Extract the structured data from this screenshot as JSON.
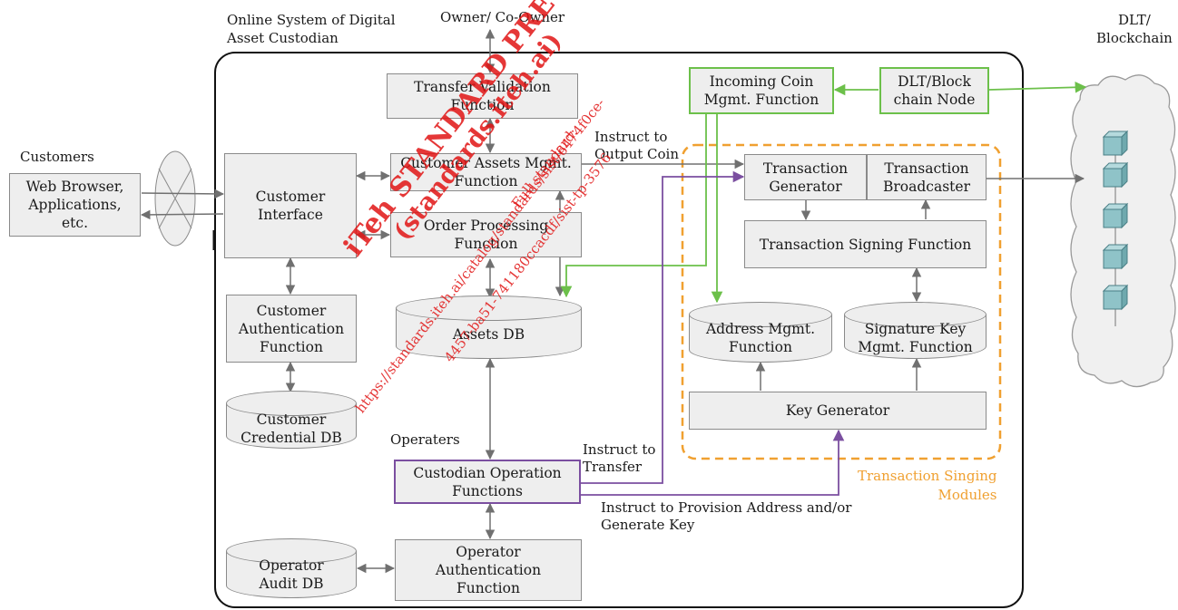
{
  "headings": {
    "online_system": [
      "Online System of Digital",
      "Asset Custodian"
    ],
    "owner": "Owner/ Co-Owner",
    "dlt": [
      "DLT/",
      "Blockchain"
    ],
    "customers": "Customers",
    "operaters": "Operaters",
    "transaction_modules": [
      "Transaction Singing",
      "Modules"
    ]
  },
  "boxes": {
    "web_browser": [
      "Web Browser,",
      "Applications,",
      "etc."
    ],
    "customer_interface": [
      "Customer",
      "Interface"
    ],
    "transfer_validation": [
      "Transfer Validation",
      "Function"
    ],
    "customer_assets": [
      "Customer Assets Mgmt.",
      "Function"
    ],
    "order_processing": [
      "Order Processing",
      "Function"
    ],
    "customer_auth": [
      "Customer",
      "Authentication",
      "Function"
    ],
    "incoming_coin": [
      "Incoming Coin",
      "Mgmt. Function"
    ],
    "dlt_node": [
      "DLT/Block",
      "chain Node"
    ],
    "tx_generator": [
      "Transaction",
      "Generator"
    ],
    "tx_broadcaster": [
      "Transaction",
      "Broadcaster"
    ],
    "tx_signing": [
      "Transaction Signing Function"
    ],
    "key_generator": [
      "Key Generator"
    ],
    "custodian_ops": [
      "Custodian Operation",
      "Functions"
    ],
    "operator_auth": [
      "Operator",
      "Authentication",
      "Function"
    ]
  },
  "databases": {
    "customer_credential": [
      "Customer",
      "Credential DB"
    ],
    "assets": [
      "Assets DB"
    ],
    "address_mgmt": [
      "Address Mgmt.",
      "Function"
    ],
    "signature_key": [
      "Signature Key",
      "Mgmt. Function"
    ],
    "operator_audit": [
      "Operator",
      "Audit DB"
    ]
  },
  "edge_labels": {
    "instruct_output": [
      "Instruct to",
      "Output Coin"
    ],
    "instruct_transfer": [
      "Instruct to",
      "Transfer"
    ],
    "instruct_provision": [
      "Instruct to Provision Address and/or",
      "Generate Key"
    ]
  },
  "watermark": {
    "line1": "iTeh STANDARD PREVIEW",
    "line2": "(standards.iteh.ai)",
    "line3": "Full standard:",
    "line4": "https://standards.iteh.ai/catalog/standards/sist/6474f0ce-",
    "line5": "4457-ba51-741180ccacdf/sist-tp-3576"
  },
  "colors": {
    "green": "#6cc04a",
    "purple": "#7b4fa0",
    "orange": "#f0a030",
    "block_fill": "#8fc3c8",
    "box_fill": "#eeeeee"
  }
}
